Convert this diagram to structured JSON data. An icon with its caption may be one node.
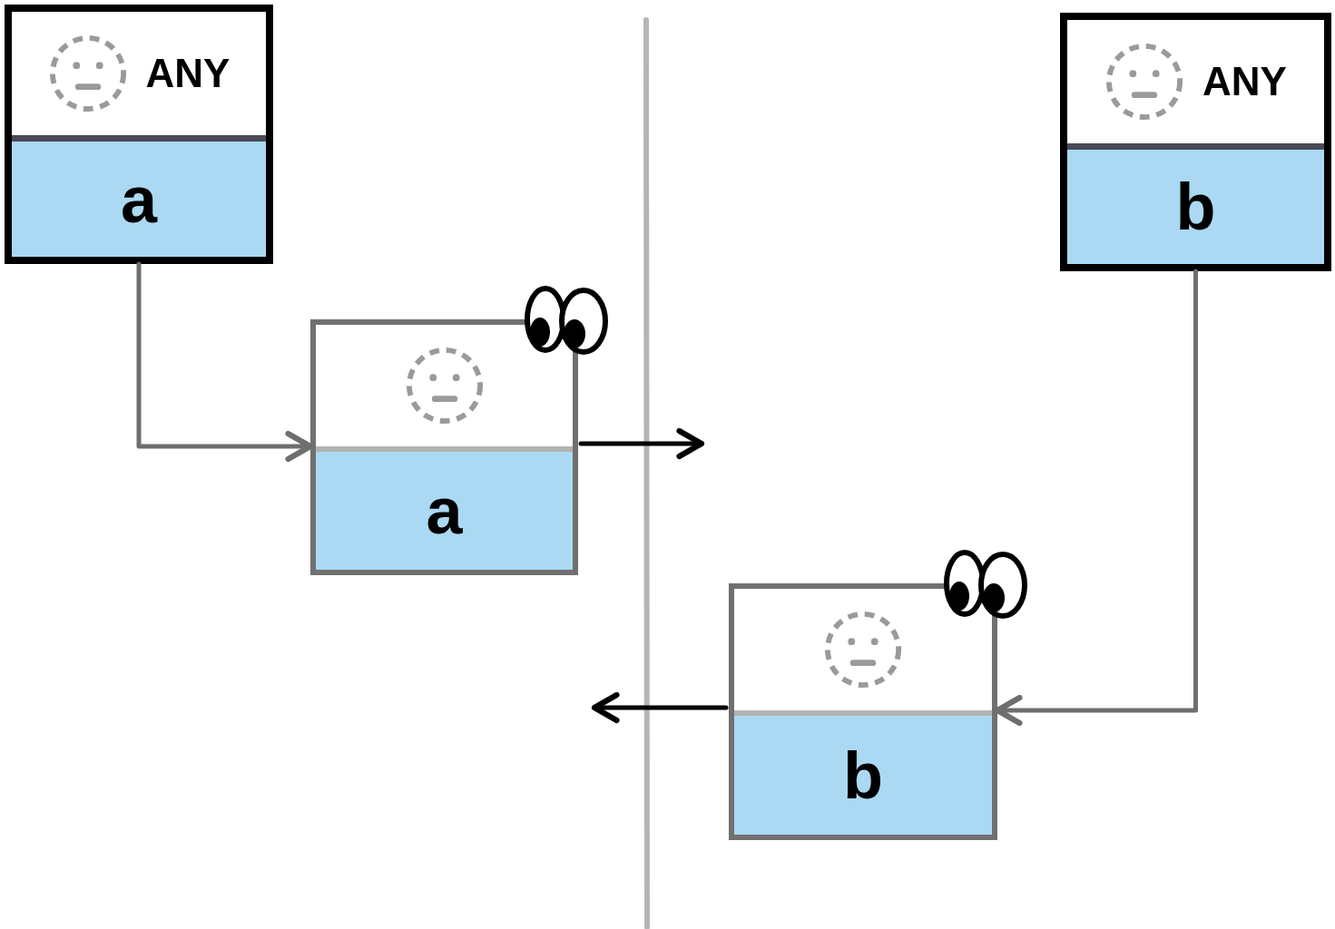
{
  "diagram": {
    "nodes": [
      {
        "text": [
          "ANY",
          "a"
        ]
      },
      {
        "text": [
          "a"
        ]
      },
      {
        "text": [
          "ANY",
          "b"
        ]
      },
      {
        "text": [
          "b"
        ]
      }
    ],
    "edges": [
      {
        "from": 0,
        "to": 1,
        "arrow": "to",
        "color": "#6e6e6e"
      },
      {
        "from": 1,
        "to": null,
        "arrow": "to",
        "color": "#000000"
      },
      {
        "from": 2,
        "to": 3,
        "arrow": "to",
        "color": "#6e6e6e"
      },
      {
        "from": 3,
        "to": null,
        "arrow": "to",
        "color": "#000000"
      }
    ]
  }
}
